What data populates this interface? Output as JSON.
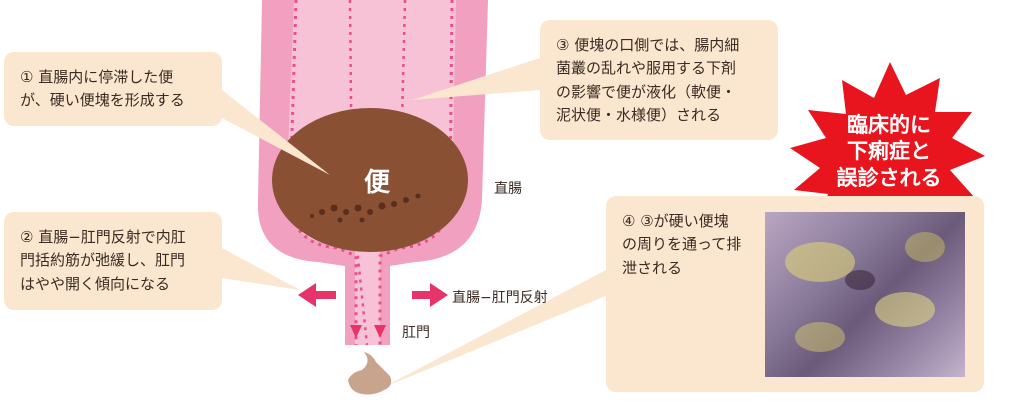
{
  "diagram": {
    "feces_label": "便",
    "rectum_label": "直腸",
    "reflex_label": "直腸−肛門反射",
    "anus_label": "肛門"
  },
  "notes": {
    "note1": "① 直腸内に停滞した便\nが、硬い便塊を形成する",
    "note2": "② 直腸−肛門反射で内肛\n門括約筋が弛緩し、肛門\nはやや開く傾向になる",
    "note3": "③ 便塊の口側では、腸内細\n菌叢の乱れや服用する下剤\nの影響で便が液化（軟便・\n泥状便・水様便）される",
    "note4": "④ ③が硬い便塊\nの周りを通って排\n泄される"
  },
  "callout": {
    "text": "臨床的に\n下痢症と\n誤診される",
    "color": "#e8141e"
  },
  "colors": {
    "rectum_pink": "#f2a0c0",
    "rectum_wall": "#e8508a",
    "feces_brown": "#8a5034",
    "box_bg": "#fbe6cf",
    "arrow": "#e8336a"
  }
}
